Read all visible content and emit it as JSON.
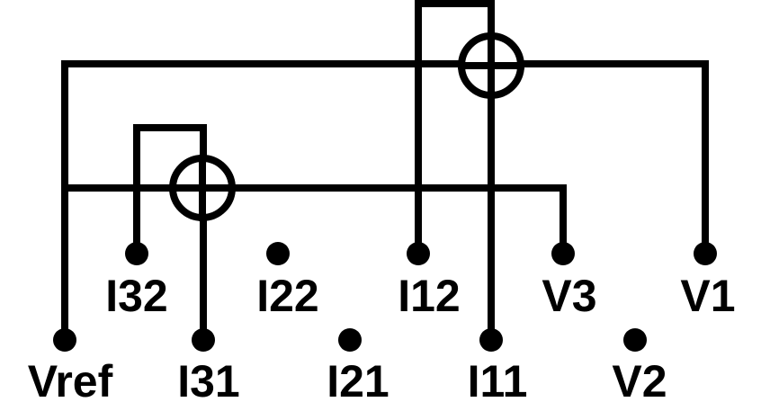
{
  "terminals": {
    "I32": "I32",
    "I22": "I22",
    "I12": "I12",
    "V3": "V3",
    "V1": "V1",
    "Vref": "Vref",
    "I31": "I31",
    "I21": "I21",
    "I11": "I11",
    "V2": "V2"
  },
  "colors": {
    "line": "#000000",
    "background": "#ffffff"
  }
}
